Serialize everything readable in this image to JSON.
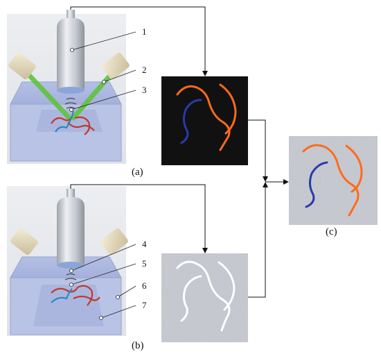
{
  "captions": {
    "a": "(a)",
    "b": "(b)",
    "c": "(c)"
  },
  "callouts": [
    "1",
    "2",
    "3",
    "4",
    "5",
    "6",
    "7"
  ],
  "colors": {
    "fluorescence_background": "#111111",
    "fiber_orange": "#ff6a1a",
    "fiber_blue": "#2a3aa8",
    "noise_background": "#c9ccd6",
    "beam_green": "#5fc43a",
    "block_blue": "#b9c3e6"
  },
  "icons": [
    "objective-lens",
    "light-source",
    "sample-block",
    "fiber-network"
  ]
}
